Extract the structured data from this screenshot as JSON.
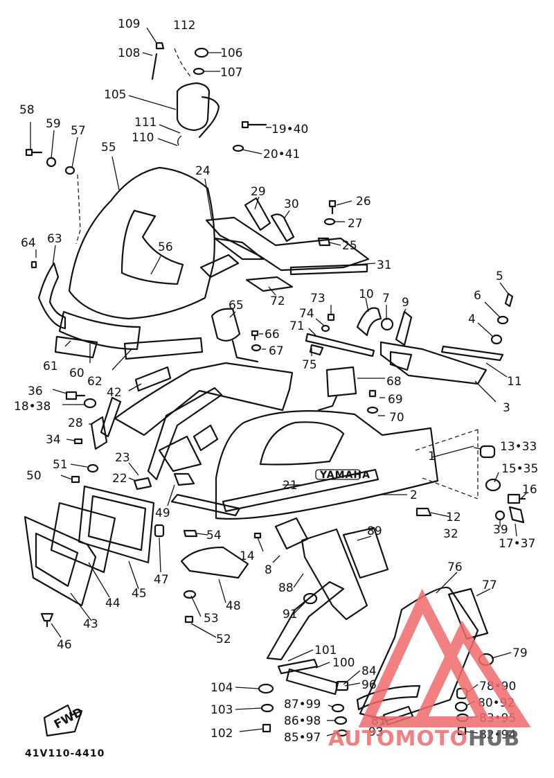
{
  "diagram": {
    "drawing_code": "41V110-4410",
    "direction_tag": "FWD",
    "brand_decal": "YAMAHA",
    "watermark": {
      "part1": "AUTOMOTO",
      "part2": "HUB",
      "color_red": "#f06b6b",
      "color_gray": "#555555"
    },
    "callouts": [
      {
        "id": "c109",
        "text": "109"
      },
      {
        "id": "c112",
        "text": "112"
      },
      {
        "id": "c108",
        "text": "108"
      },
      {
        "id": "c106",
        "text": "106"
      },
      {
        "id": "c107",
        "text": "107"
      },
      {
        "id": "c105",
        "text": "105"
      },
      {
        "id": "c111",
        "text": "111"
      },
      {
        "id": "c110",
        "text": "110"
      },
      {
        "id": "c1940",
        "text": "19•40"
      },
      {
        "id": "c2041",
        "text": "20•41"
      },
      {
        "id": "c58",
        "text": "58"
      },
      {
        "id": "c59",
        "text": "59"
      },
      {
        "id": "c57",
        "text": "57"
      },
      {
        "id": "c55",
        "text": "55"
      },
      {
        "id": "c24",
        "text": "24"
      },
      {
        "id": "c29",
        "text": "29"
      },
      {
        "id": "c30",
        "text": "30"
      },
      {
        "id": "c26",
        "text": "26"
      },
      {
        "id": "c27",
        "text": "27"
      },
      {
        "id": "c25",
        "text": "25"
      },
      {
        "id": "c31",
        "text": "31"
      },
      {
        "id": "c64",
        "text": "64"
      },
      {
        "id": "c63",
        "text": "63"
      },
      {
        "id": "c56",
        "text": "56"
      },
      {
        "id": "c72",
        "text": "72"
      },
      {
        "id": "c73",
        "text": "73"
      },
      {
        "id": "c10",
        "text": "10"
      },
      {
        "id": "c7",
        "text": "7"
      },
      {
        "id": "c9",
        "text": "9"
      },
      {
        "id": "c5",
        "text": "5"
      },
      {
        "id": "c6",
        "text": "6"
      },
      {
        "id": "c4",
        "text": "4"
      },
      {
        "id": "c65",
        "text": "65"
      },
      {
        "id": "c74",
        "text": "74"
      },
      {
        "id": "c71",
        "text": "71"
      },
      {
        "id": "c66",
        "text": "66"
      },
      {
        "id": "c67",
        "text": "67"
      },
      {
        "id": "c75",
        "text": "75"
      },
      {
        "id": "c61",
        "text": "61"
      },
      {
        "id": "c60",
        "text": "60"
      },
      {
        "id": "c62",
        "text": "62"
      },
      {
        "id": "c42",
        "text": "42"
      },
      {
        "id": "c68",
        "text": "68"
      },
      {
        "id": "c11",
        "text": "11"
      },
      {
        "id": "c3",
        "text": "3"
      },
      {
        "id": "c36",
        "text": "36"
      },
      {
        "id": "c69",
        "text": "69"
      },
      {
        "id": "c1838",
        "text": "18•38"
      },
      {
        "id": "c70",
        "text": "70"
      },
      {
        "id": "c28",
        "text": "28"
      },
      {
        "id": "c34",
        "text": "34"
      },
      {
        "id": "c1333",
        "text": "13•33"
      },
      {
        "id": "c1",
        "text": "1"
      },
      {
        "id": "c51",
        "text": "51"
      },
      {
        "id": "c23",
        "text": "23"
      },
      {
        "id": "c1535",
        "text": "15•35"
      },
      {
        "id": "c50",
        "text": "50"
      },
      {
        "id": "c22",
        "text": "22"
      },
      {
        "id": "c21",
        "text": "21"
      },
      {
        "id": "c2",
        "text": "2"
      },
      {
        "id": "c16",
        "text": "16"
      },
      {
        "id": "c49",
        "text": "49"
      },
      {
        "id": "c12",
        "text": "12"
      },
      {
        "id": "c32",
        "text": "32"
      },
      {
        "id": "c39",
        "text": "39"
      },
      {
        "id": "c1737",
        "text": "17•37"
      },
      {
        "id": "c54",
        "text": "54"
      },
      {
        "id": "c89",
        "text": "89"
      },
      {
        "id": "c14",
        "text": "14"
      },
      {
        "id": "c47",
        "text": "47"
      },
      {
        "id": "c8",
        "text": "8"
      },
      {
        "id": "c88",
        "text": "88"
      },
      {
        "id": "c76",
        "text": "76"
      },
      {
        "id": "c77",
        "text": "77"
      },
      {
        "id": "c44",
        "text": "44"
      },
      {
        "id": "c45",
        "text": "45"
      },
      {
        "id": "c48",
        "text": "48"
      },
      {
        "id": "c43",
        "text": "43"
      },
      {
        "id": "c53",
        "text": "53"
      },
      {
        "id": "c91",
        "text": "91"
      },
      {
        "id": "c46",
        "text": "46"
      },
      {
        "id": "c52",
        "text": "52"
      },
      {
        "id": "c101",
        "text": "101"
      },
      {
        "id": "c79",
        "text": "79"
      },
      {
        "id": "c100",
        "text": "100"
      },
      {
        "id": "c84",
        "text": "84"
      },
      {
        "id": "c96",
        "text": "96"
      },
      {
        "id": "c104",
        "text": "104"
      },
      {
        "id": "c7890",
        "text": "78•90"
      },
      {
        "id": "c8092",
        "text": "80•92"
      },
      {
        "id": "c103",
        "text": "103"
      },
      {
        "id": "c8799",
        "text": "87•99"
      },
      {
        "id": "c81",
        "text": "81"
      },
      {
        "id": "c8395",
        "text": "83•95"
      },
      {
        "id": "c8698",
        "text": "86•98"
      },
      {
        "id": "c93",
        "text": "93"
      },
      {
        "id": "c102",
        "text": "102"
      },
      {
        "id": "c8597",
        "text": "85•97"
      },
      {
        "id": "c8294",
        "text": "82•94"
      }
    ]
  }
}
